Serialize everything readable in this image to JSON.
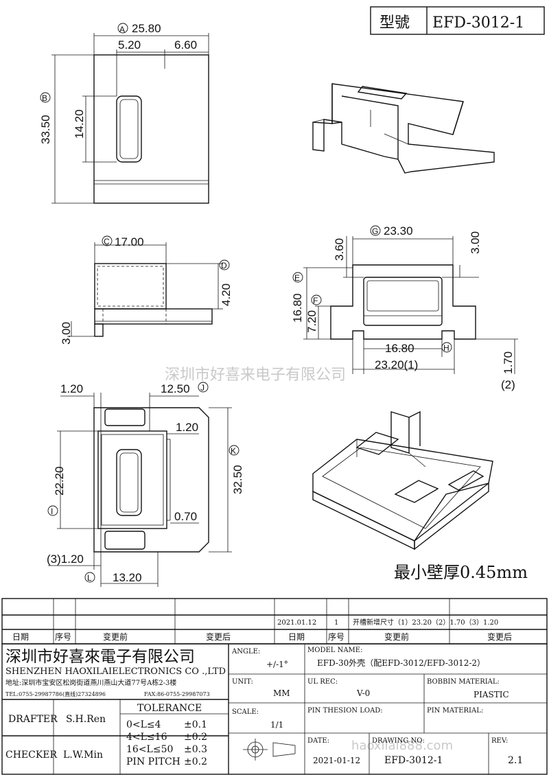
{
  "header": {
    "model_label": "型號",
    "model_value": "EFD-3012-1"
  },
  "dimensions": {
    "top_a": "25.80",
    "top_left": "5.20",
    "top_right": "6.60",
    "top_b": "33.50",
    "top_slot": "14.20",
    "side_c": "17.00",
    "side_d": "4.20",
    "side_bottom": "3.00",
    "front_g": "23.30",
    "front_left": "3.60",
    "front_right": "3.00",
    "front_e": "16.80",
    "front_f": "7.20",
    "front_h": "16.80",
    "front_1": "23.20(1)",
    "front_2_val": "1.70",
    "front_2": "(2)",
    "bot_top": "1.20",
    "bot_j": "12.50",
    "bot_right_top": "1.20",
    "bot_i": "22.20",
    "bot_k": "32.50",
    "bot_right_mid": "0.70",
    "bot_3": "(3)1.20",
    "bot_l": "13.20",
    "letter_a": "A",
    "letter_b": "B",
    "letter_c": "C",
    "letter_d": "D",
    "letter_e": "E",
    "letter_f": "F",
    "letter_g": "G",
    "letter_h": "H",
    "letter_i": "I",
    "letter_j": "J",
    "letter_k": "K",
    "letter_l": "L"
  },
  "note": "最小壁厚0.45mm",
  "watermark": {
    "main": "深圳市好喜来电子有限公司",
    "site": "haoxilai888.com"
  },
  "revision_table": {
    "row1": [
      "",
      "",
      "",
      "",
      "2021.01.12",
      "1",
      "开槽新增尺寸（1）23.20（2）1.70（3）1.20"
    ],
    "headers": [
      "日期",
      "序号",
      "变更前",
      "变更后",
      "日期",
      "序号",
      "变更前",
      "变更后"
    ]
  },
  "company": {
    "name_cn": "深圳市好喜來電子有限公司",
    "name_en": "SHENZHEN HAOXILAIELECTRONICS CO .,LTD",
    "address": "地址:深圳市宝安区松岗街道燕川燕山大道77号A栋2-3楼",
    "tel": "TEL:0755-29987786(直线)27324896",
    "fax": "FAX:86-0755-29987073"
  },
  "titleblock": {
    "angle_label": "ANGLE:",
    "angle_value": "+/-1°",
    "model_name_label": "MODEL NAME:",
    "model_name_value": "EFD-30外壳（配EFD-3012/EFD-3012-2）",
    "unit_label": "UNIT:",
    "unit_value": "MM",
    "ul_label": "UL REC:",
    "ul_value": "V-0",
    "bobbin_label": "BOBBIN MATERIAL:",
    "bobbin_value": "PIASTIC",
    "scale_label": "SCALE:",
    "scale_value": "1/1",
    "pin_load_label": "PIN THESION LOAD:",
    "pin_mat_label": "PIN MATERIAL:",
    "date_label": "DATE:",
    "date_value": "2021-01-12",
    "drawing_label": "DRAWING NO:",
    "drawing_value": "EFD-3012-1",
    "rev_label": "REV:",
    "rev_value": "2.1",
    "drafter_label": "DRAFTER",
    "drafter_value": "S.H.Ren",
    "checker_label": "CHECKER",
    "checker_value": "L.W.Min",
    "tolerance_label": "TOLERANCE",
    "tol_rows": [
      [
        "0<L≤4",
        "±0.1"
      ],
      [
        "4<L≤16",
        "±0.2"
      ],
      [
        "16<L≤50",
        "±0.3"
      ],
      [
        "PIN PITCH",
        "±0.2"
      ]
    ]
  }
}
